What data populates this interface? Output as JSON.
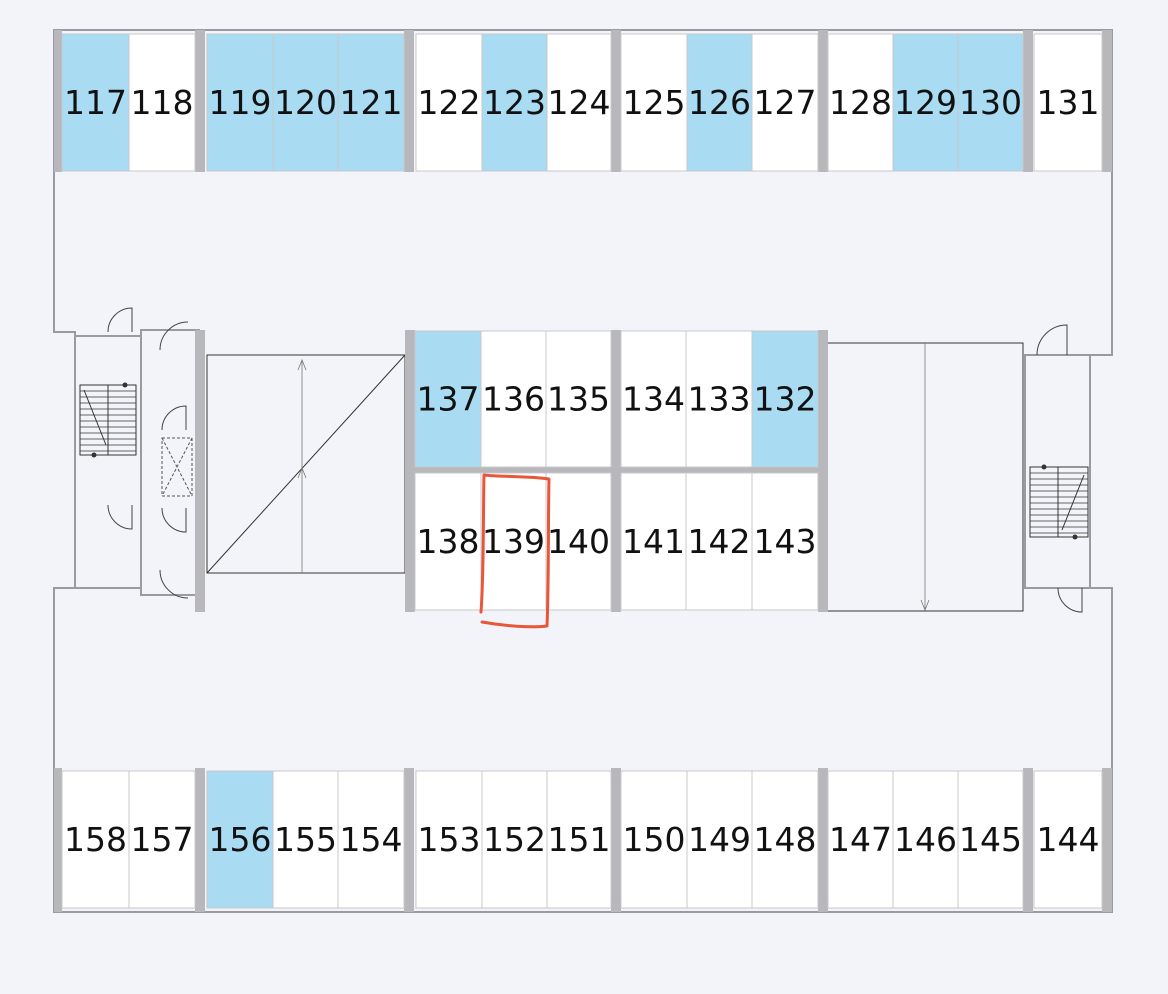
{
  "colors": {
    "background": "#f3f4f9",
    "spot_free": "#ffffff",
    "spot_highlight": "#a9dcf2",
    "wall": "#b8b8bc",
    "selection_marker": "#e8573a"
  },
  "top_row": [
    {
      "label": "117",
      "highlighted": true
    },
    {
      "label": "118",
      "highlighted": false
    },
    {
      "label": "119",
      "highlighted": true
    },
    {
      "label": "120",
      "highlighted": true
    },
    {
      "label": "121",
      "highlighted": true
    },
    {
      "label": "122",
      "highlighted": false
    },
    {
      "label": "123",
      "highlighted": true
    },
    {
      "label": "124",
      "highlighted": false
    },
    {
      "label": "125",
      "highlighted": false
    },
    {
      "label": "126",
      "highlighted": true
    },
    {
      "label": "127",
      "highlighted": false
    },
    {
      "label": "128",
      "highlighted": false
    },
    {
      "label": "129",
      "highlighted": true
    },
    {
      "label": "130",
      "highlighted": true
    },
    {
      "label": "131",
      "highlighted": false
    }
  ],
  "middle_upper_row": [
    {
      "label": "137",
      "highlighted": true
    },
    {
      "label": "136",
      "highlighted": false
    },
    {
      "label": "135",
      "highlighted": false
    },
    {
      "label": "134",
      "highlighted": false
    },
    {
      "label": "133",
      "highlighted": false
    },
    {
      "label": "132",
      "highlighted": true
    }
  ],
  "middle_lower_row": [
    {
      "label": "138",
      "highlighted": false
    },
    {
      "label": "139",
      "highlighted": false,
      "selected": true
    },
    {
      "label": "140",
      "highlighted": false
    },
    {
      "label": "141",
      "highlighted": false
    },
    {
      "label": "142",
      "highlighted": false
    },
    {
      "label": "143",
      "highlighted": false
    }
  ],
  "bottom_row": [
    {
      "label": "158",
      "highlighted": false
    },
    {
      "label": "157",
      "highlighted": false
    },
    {
      "label": "156",
      "highlighted": true
    },
    {
      "label": "155",
      "highlighted": false
    },
    {
      "label": "154",
      "highlighted": false
    },
    {
      "label": "153",
      "highlighted": false
    },
    {
      "label": "152",
      "highlighted": false
    },
    {
      "label": "151",
      "highlighted": false
    },
    {
      "label": "150",
      "highlighted": false
    },
    {
      "label": "149",
      "highlighted": false
    },
    {
      "label": "148",
      "highlighted": false
    },
    {
      "label": "147",
      "highlighted": false
    },
    {
      "label": "146",
      "highlighted": false
    },
    {
      "label": "145",
      "highlighted": false
    },
    {
      "label": "144",
      "highlighted": false
    }
  ]
}
